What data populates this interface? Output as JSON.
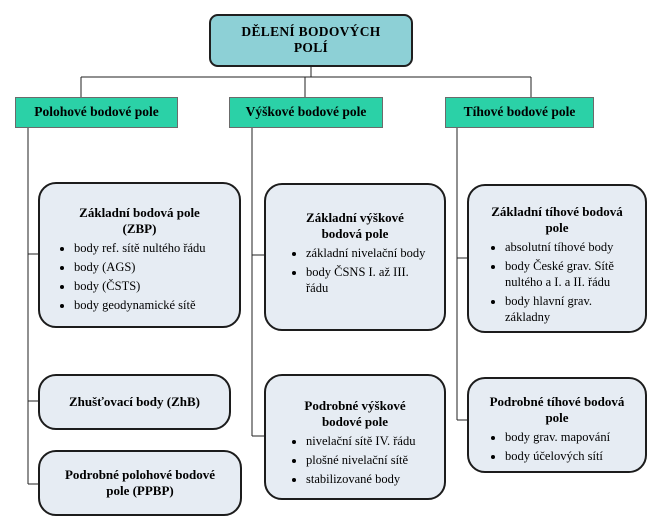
{
  "root": {
    "line1": "DĚLENÍ BODOVÝCH",
    "line2": "POLÍ"
  },
  "categories": [
    {
      "label": "Polohové bodové pole"
    },
    {
      "label": "Výškové bodové pole"
    },
    {
      "label": "Tíhové bodové pole"
    }
  ],
  "cards": {
    "zbp": {
      "title1": "Základní bodová pole",
      "title2": "(ZBP)",
      "items": [
        "body ref. sítě nultého řádu",
        "body (AGS)",
        "body (ČSTS)",
        "body geodynamické sítě"
      ]
    },
    "zhb": {
      "title": "Zhušťovací body (ZhB)"
    },
    "ppbp": {
      "title1": "Podrobné polohové bodové",
      "title2": "pole (PPBP)"
    },
    "zvbp": {
      "title1": "Základní výškové",
      "title2": "bodová pole",
      "items": [
        "základní nivelační body",
        "body ČSNS I. až III. řádu"
      ]
    },
    "pvbp": {
      "title1": "Podrobné výškové",
      "title2": "bodové pole",
      "items": [
        "nivelační sítě IV. řádu",
        "plošné nivelační sítě",
        "stabilizované body"
      ]
    },
    "ztbp": {
      "title1": "Základní tíhové bodová",
      "title2": "pole",
      "items": [
        "absolutní tíhové body",
        "body České grav. Sítě nultého a I. a II. řádu",
        "body hlavní grav. základny"
      ]
    },
    "ptbp": {
      "title1": "Podrobné tíhové bodová",
      "title2": "pole",
      "items": [
        "body grav. mapování",
        "body účelových sítí"
      ]
    }
  }
}
